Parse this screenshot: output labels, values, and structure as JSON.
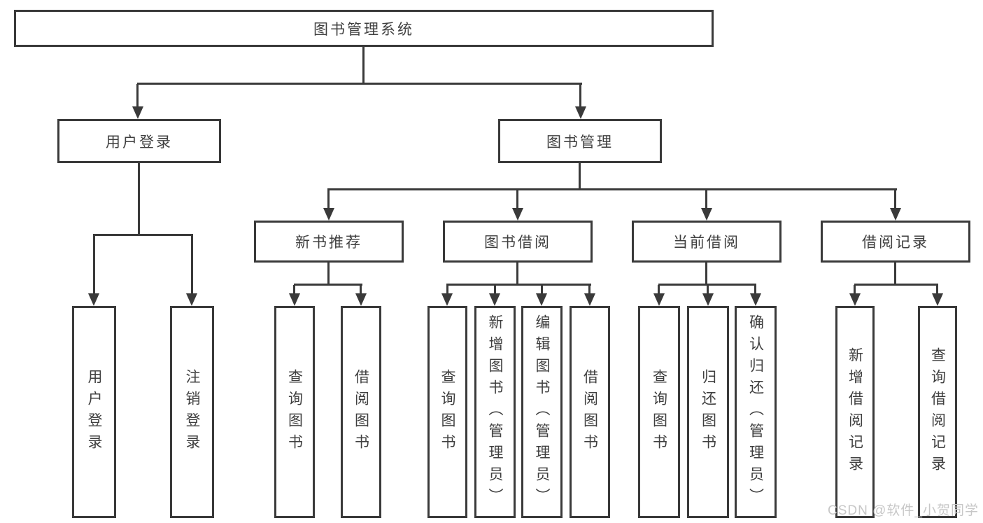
{
  "colors": {
    "line": "#3a3a3a",
    "text": "#3f3f3f",
    "box_fill": "#ffffff",
    "watermark_text": "#c7c7c7",
    "background": "#ffffff"
  },
  "watermark": {
    "text": "CSDN @软件_小贺同学"
  },
  "diagram": {
    "type": "hierarchy-tree",
    "root": {
      "label": "图书管理系统"
    },
    "branches": [
      {
        "label": "用户登录",
        "children": [
          {
            "label": "用户登录"
          },
          {
            "label": "注销登录"
          }
        ]
      },
      {
        "label": "图书管理",
        "children": [
          {
            "label": "新书推荐",
            "children": [
              {
                "label": "查询图书"
              },
              {
                "label": "借阅图书"
              }
            ]
          },
          {
            "label": "图书借阅",
            "children": [
              {
                "label": "查询图书"
              },
              {
                "label": "新增图书（管理员）"
              },
              {
                "label": "编辑图书（管理员）"
              },
              {
                "label": "借阅图书"
              }
            ]
          },
          {
            "label": "当前借阅",
            "children": [
              {
                "label": "查询图书"
              },
              {
                "label": "归还图书"
              },
              {
                "label": "确认归还（管理员）"
              }
            ]
          },
          {
            "label": "借阅记录",
            "children": [
              {
                "label": "新增借阅记录"
              },
              {
                "label": "查询借阅记录"
              }
            ]
          }
        ]
      }
    ]
  }
}
